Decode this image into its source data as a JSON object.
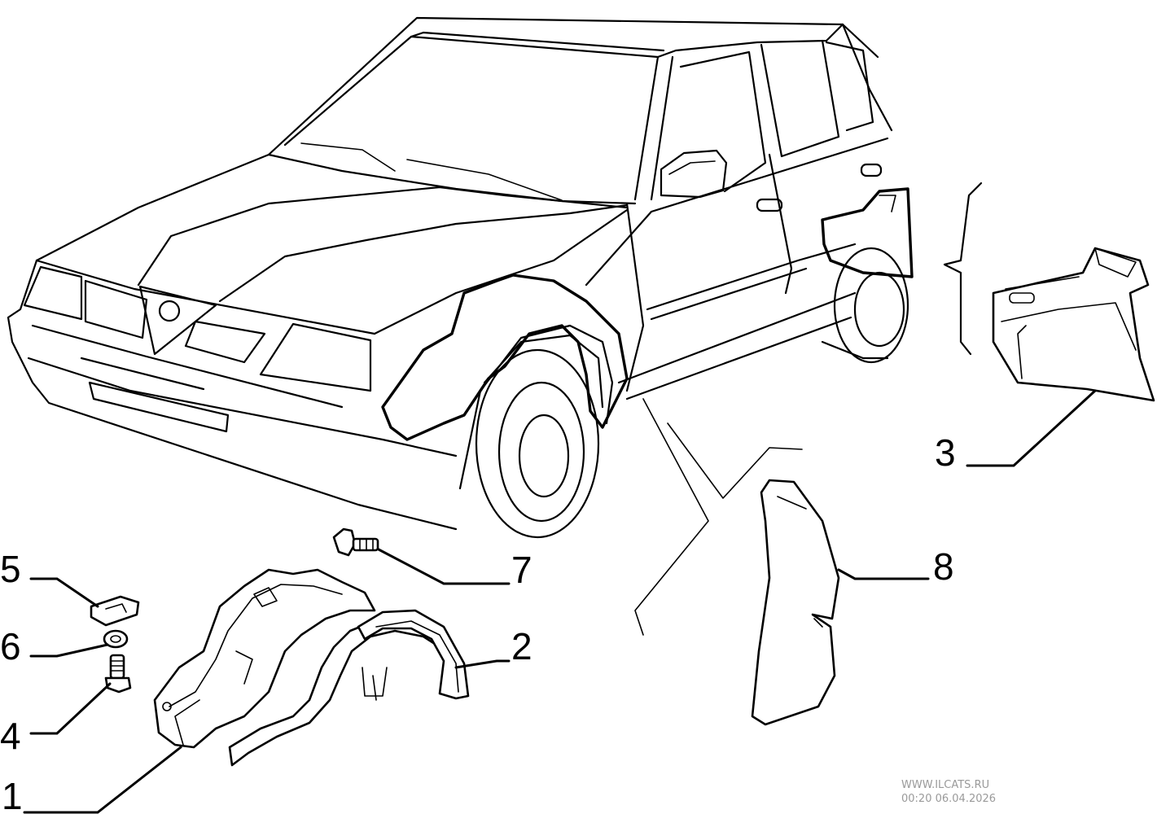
{
  "callouts": [
    {
      "id": "1",
      "label": "1"
    },
    {
      "id": "2",
      "label": "2"
    },
    {
      "id": "3",
      "label": "3"
    },
    {
      "id": "4",
      "label": "4"
    },
    {
      "id": "5",
      "label": "5"
    },
    {
      "id": "6",
      "label": "6"
    },
    {
      "id": "7",
      "label": "7"
    },
    {
      "id": "8",
      "label": "8"
    }
  ],
  "watermark": {
    "site": "WWW.ILCATS.RU",
    "timestamp": "00:20 06.04.2026"
  }
}
